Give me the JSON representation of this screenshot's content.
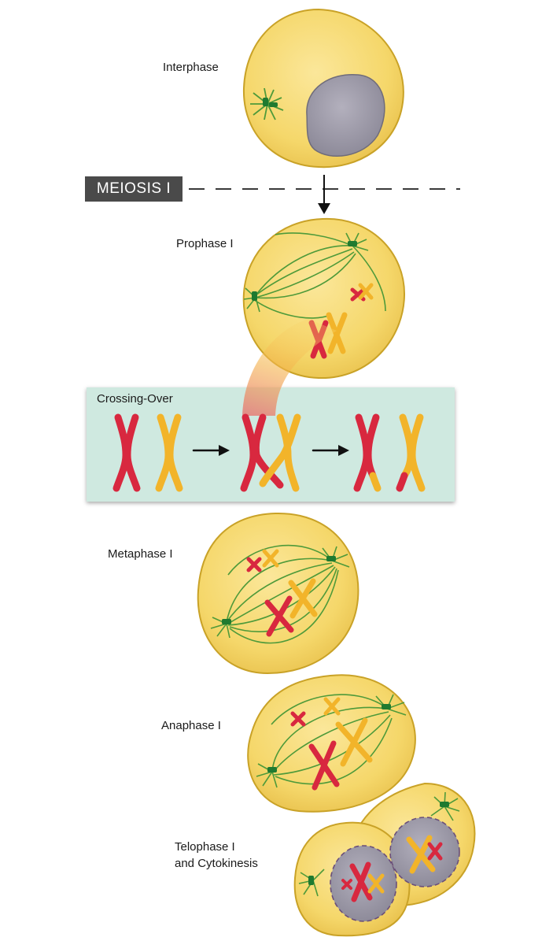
{
  "stages": {
    "interphase": "Interphase",
    "prophase": "Prophase I",
    "metaphase": "Metaphase I",
    "anaphase": "Anaphase I",
    "telophase_line1": "Telophase I",
    "telophase_line2": "and Cytokinesis"
  },
  "divider": {
    "label": "MEIOSIS I"
  },
  "crossing_over": {
    "title": "Crossing-Over"
  },
  "colors": {
    "cell_fill": "#f7dc72",
    "cell_stroke": "#c9a227",
    "nucleus": "#9a97a6",
    "spindle": "#4e9a3a",
    "centrosome": "#1f7a30",
    "chromosome_red": "#d8283f",
    "chromosome_yellow": "#f2b42a",
    "panel_bg": "#cfe9e0",
    "tag_bg": "#4a4a4a"
  }
}
